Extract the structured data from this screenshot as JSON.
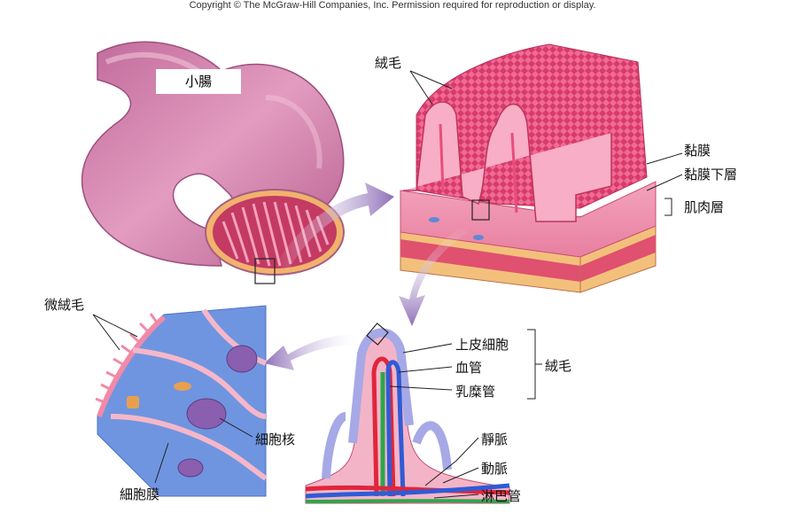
{
  "copyright": "Copyright © The McGraw-Hill Companies, Inc. Permission required for reproduction or display.",
  "labels": {
    "small_intestine": "小腸",
    "villi_top": "絨毛",
    "mucosa": "黏膜",
    "submucosa": "黏膜下層",
    "muscle_layer": "肌肉層",
    "microvilli": "微絨毛",
    "epithelial_cell": "上皮細胞",
    "blood_vessel": "血管",
    "lacteal": "乳糜管",
    "villus": "絨毛",
    "vein": "靜脈",
    "artery": "動脈",
    "lymph_vessel": "淋巴管",
    "nucleus": "細胞核",
    "cell_membrane": "細胞膜"
  },
  "colors": {
    "intestine": "#d77aa8",
    "tissue_pink": "#e8537f",
    "arrow": "#9b7fbf",
    "cell_blue": "#7f9fe0",
    "artery_red": "#e0263a",
    "lacteal_green": "#2aa84a",
    "vein_blue": "#2f5bd6"
  }
}
